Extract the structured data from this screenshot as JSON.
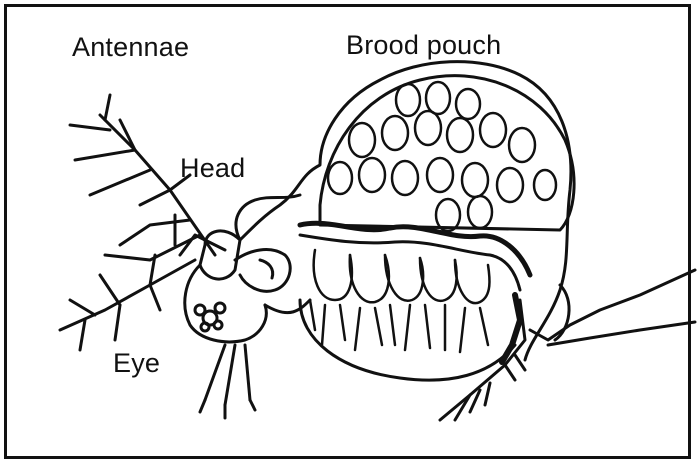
{
  "diagram": {
    "labels": {
      "antennae": "Antennae",
      "brood_pouch": "Brood pouch",
      "head": "Head",
      "eye": "Eye"
    },
    "colors": {
      "ink": "#111111",
      "background": "#ffffff"
    }
  }
}
